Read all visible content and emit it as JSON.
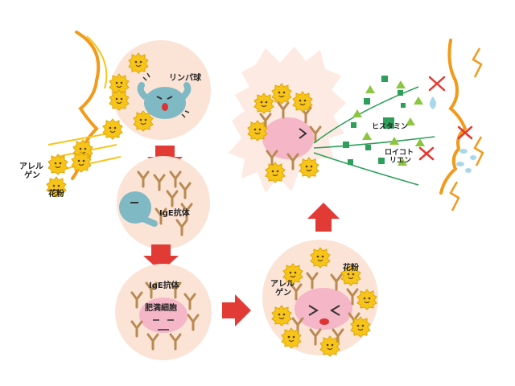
{
  "labels": {
    "lymphocyte": "リンパ球",
    "allergen_line1": "アレル",
    "allergen_line2": "ゲン",
    "pollen": "花粉",
    "ige_antibody": "IgE抗体",
    "ige_antibody_2": "IgE抗体",
    "mast_cell": "肥満細胞",
    "histamine": "ヒスタミン",
    "leukotriene_line1": "ロイコト",
    "leukotriene_line2": "リエン",
    "allergen2_line1": "アレル",
    "allergen2_line2": "ゲン",
    "pollen_2": "花粉"
  },
  "colors": {
    "circle_bg": "#fbe3d6",
    "burst_bg": "#fdeae2",
    "pollen": "#f7c51a",
    "pollen_stroke": "#e0a400",
    "antibody": "#b98a52",
    "cell": "#f5b6c8",
    "lymph": "#7fb9c4",
    "arrow": "#e23b35",
    "profile": "#f29a1a",
    "histamine": "#2e9e5b",
    "leukotriene": "#8cc63f",
    "cross": "#e4392f",
    "drop": "#a8d8ea"
  }
}
